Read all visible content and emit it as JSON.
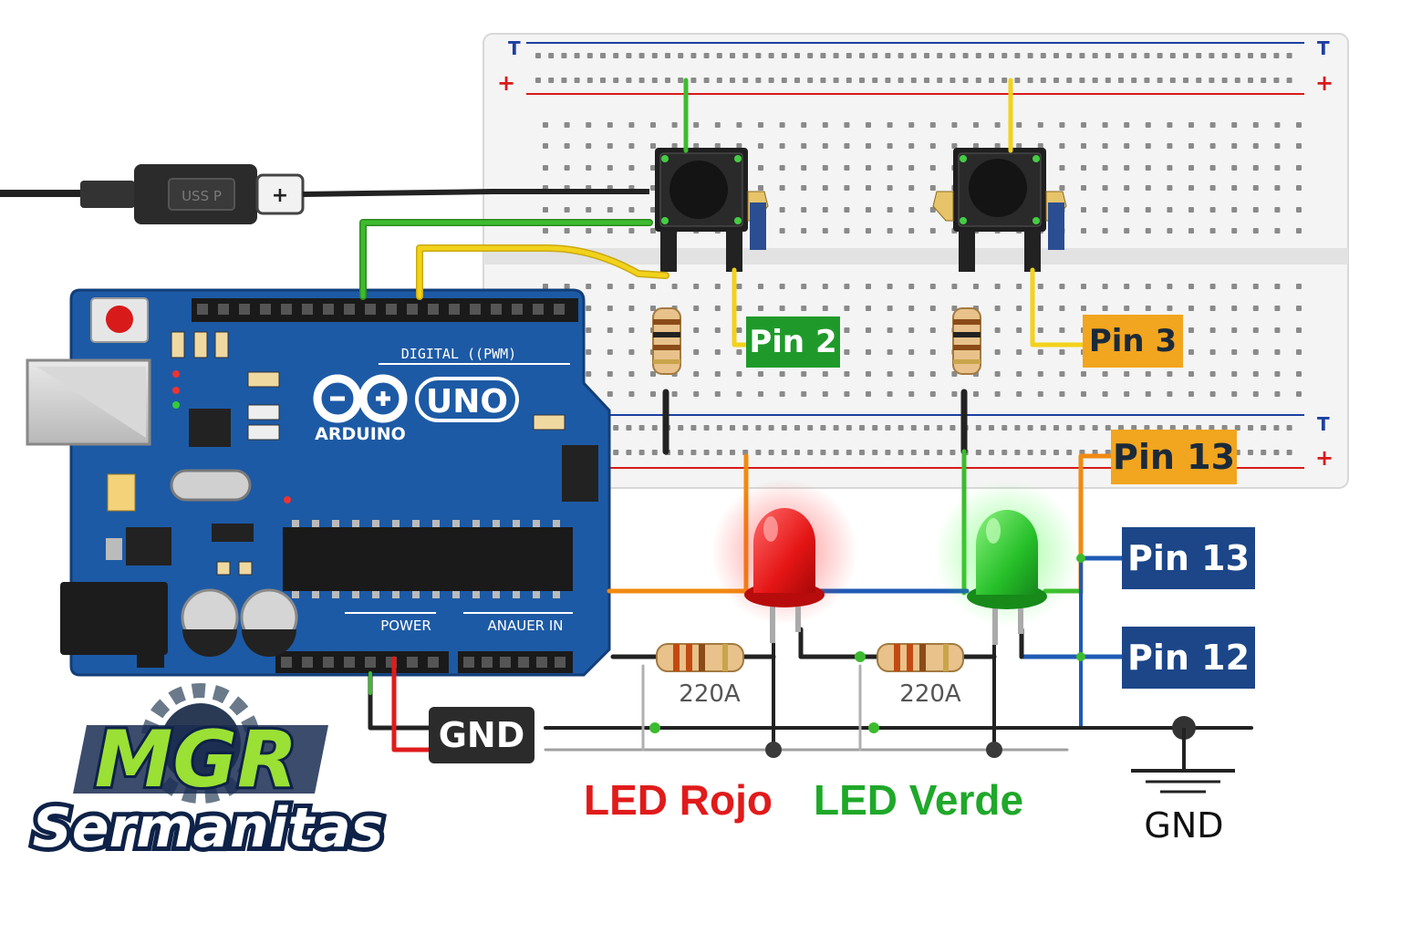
{
  "colors": {
    "wire_green": "#3dbb2f",
    "wire_yellow": "#f2d21a",
    "wire_orange": "#f08a12",
    "wire_blue": "#1e5bb5",
    "wire_red": "#e01b1b",
    "wire_black": "#222222",
    "board_blue": "#1d5aa5",
    "label_green": "#1f9a2a",
    "label_orange": "#f2a51e",
    "label_navy": "#1c4688",
    "led_red": "#e51515",
    "led_green": "#27c02a"
  },
  "breadboard": {
    "rail_minus": "T",
    "rail_plus": "+"
  },
  "usb": {
    "plug_text": "USS P",
    "symbol": "+"
  },
  "arduino": {
    "logo_text": "UNO",
    "brand": "ARDUINO",
    "digital_header": "DIGITAL ((PWM)",
    "power_header": "POWER",
    "analog_header": "ANAUER IN"
  },
  "labels": {
    "pin2": "Pin 2",
    "pin3": "Pin 3",
    "pin13_top": "Pin 13",
    "pin13_side": "Pin 13",
    "pin12_side": "Pin 12",
    "gnd_box": "GND",
    "gnd_symbol": "GND",
    "led_red": "LED Rojo",
    "led_green": "LED Verde",
    "resistor_left": "220A",
    "resistor_right": "220A"
  },
  "logo": {
    "mark": "MGR",
    "name": "Sermanitas",
    "gear_icon": "gear-icon"
  }
}
